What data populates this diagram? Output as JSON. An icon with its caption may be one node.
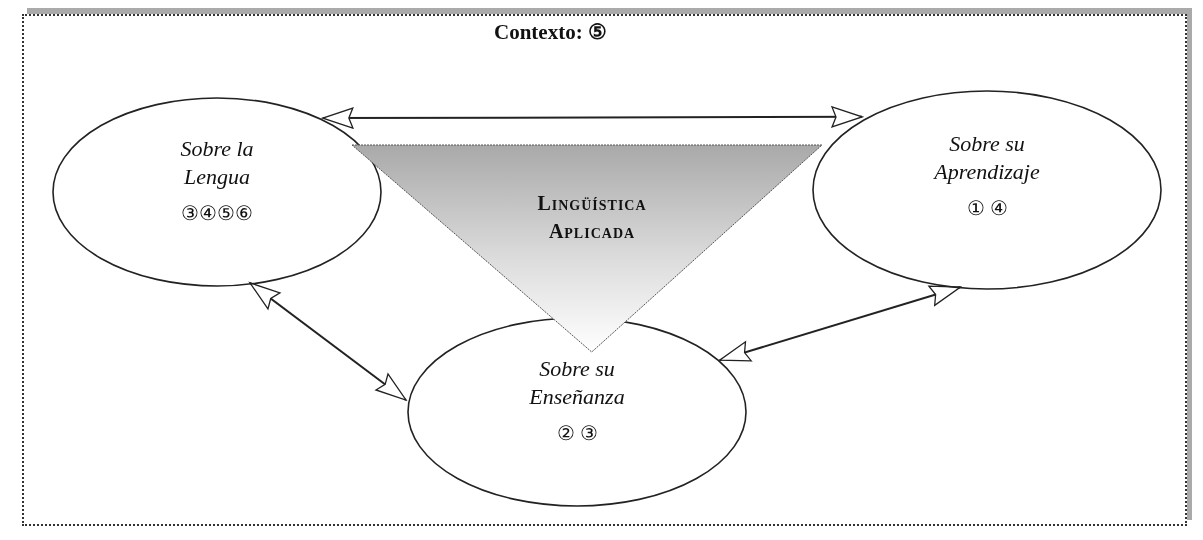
{
  "diagram": {
    "nodes": [
      {
        "text": [
          "Contexto: ⑤"
        ]
      },
      {
        "text": [
          "Sobre la Lengua",
          "③④⑤⑥"
        ],
        "in": 0
      },
      {
        "text": [
          "Lingüística Aplicada"
        ],
        "in": 0
      },
      {
        "text": [
          "Sobre su Aprendizaje",
          "① ④"
        ],
        "in": 0
      },
      {
        "text": [
          "Sobre su Enseñanza",
          "② ③"
        ],
        "in": 0
      }
    ],
    "edges": [
      {
        "from": 1,
        "to": 3,
        "arrow": "both"
      },
      {
        "from": 1,
        "to": 4,
        "arrow": "both"
      },
      {
        "from": 4,
        "to": 3,
        "arrow": "both"
      }
    ]
  }
}
